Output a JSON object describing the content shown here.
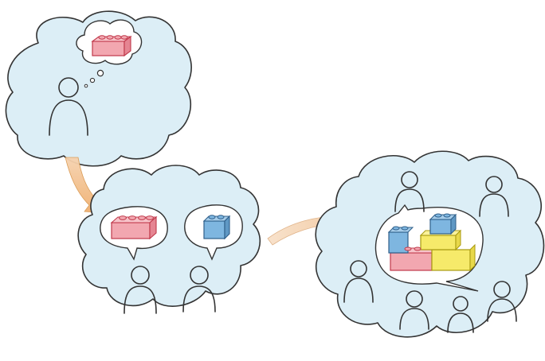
{
  "illustration": {
    "panels": [
      {
        "id": "individual-idea",
        "people": 1,
        "bricks": [
          "red"
        ]
      },
      {
        "id": "sharing-ideas",
        "people": 2,
        "bricks": [
          "red",
          "blue"
        ]
      },
      {
        "id": "co-creation",
        "people": 6,
        "bricks": [
          "blue",
          "blue",
          "yellow",
          "yellow",
          "red"
        ]
      }
    ],
    "colors": {
      "cloud_fill": "#dceef6",
      "cloud_stroke": "#333333",
      "thought_fill": "#ffffff",
      "brick_red": "#f2a7b0",
      "brick_red_stroke": "#c0394b",
      "brick_blue": "#7eb6e0",
      "brick_blue_stroke": "#2f5f8a",
      "brick_yellow": "#f6ea6a",
      "brick_yellow_stroke": "#a89a10",
      "arrow_orange": "#f0b878",
      "arrow_peach": "#f6d3b0"
    },
    "icons": [
      "thought-bubble-icon",
      "speech-bubble-icon",
      "person-icon",
      "lego-brick-icon",
      "curved-arrow-icon"
    ]
  }
}
